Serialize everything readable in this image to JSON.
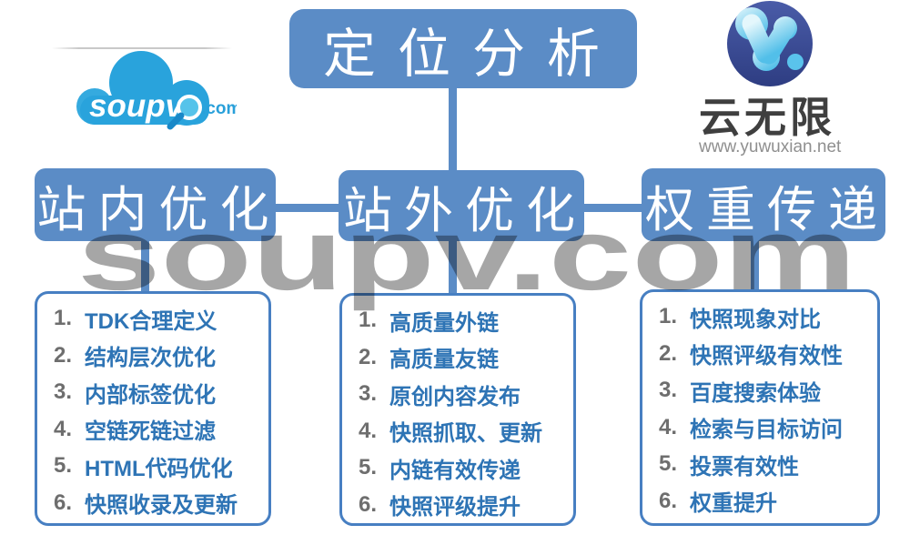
{
  "colors": {
    "box_blue": "#5b8cc6",
    "connector_blue": "#5b8cc6",
    "list_border": "#477fc2",
    "item_text": "#2e74b5",
    "item_number": "#6e6e6e",
    "watermark": "#a6a6a6"
  },
  "watermark": {
    "text": "soupv.com"
  },
  "logo_soupv": {
    "brand": "soupv",
    "tld": ".com"
  },
  "logo_yunwuxian": {
    "name": "云无限",
    "url": "www.yuwuxian.net"
  },
  "tree": {
    "root": {
      "label": "定位分析"
    },
    "branches": [
      {
        "label": "站内优化",
        "items": [
          {
            "n": "1.",
            "t": "TDK合理定义"
          },
          {
            "n": "2.",
            "t": "结构层次优化"
          },
          {
            "n": "3.",
            "t": "内部标签优化"
          },
          {
            "n": "4.",
            "t": "空链死链过滤"
          },
          {
            "n": "5.",
            "t": "HTML代码优化"
          },
          {
            "n": "6.",
            "t": "快照收录及更新"
          }
        ]
      },
      {
        "label": "站外优化",
        "items": [
          {
            "n": "1.",
            "t": "高质量外链"
          },
          {
            "n": "2.",
            "t": "高质量友链"
          },
          {
            "n": "3.",
            "t": "原创内容发布"
          },
          {
            "n": "4.",
            "t": "快照抓取、更新"
          },
          {
            "n": "5.",
            "t": "内链有效传递"
          },
          {
            "n": "6.",
            "t": "快照评级提升"
          }
        ]
      },
      {
        "label": "权重传递",
        "items": [
          {
            "n": "1.",
            "t": "快照现象对比"
          },
          {
            "n": "2.",
            "t": "快照评级有效性"
          },
          {
            "n": "3.",
            "t": "百度搜索体验"
          },
          {
            "n": "4.",
            "t": "检索与目标访问"
          },
          {
            "n": "5.",
            "t": "投票有效性"
          },
          {
            "n": "6.",
            "t": "权重提升"
          }
        ]
      }
    ]
  }
}
